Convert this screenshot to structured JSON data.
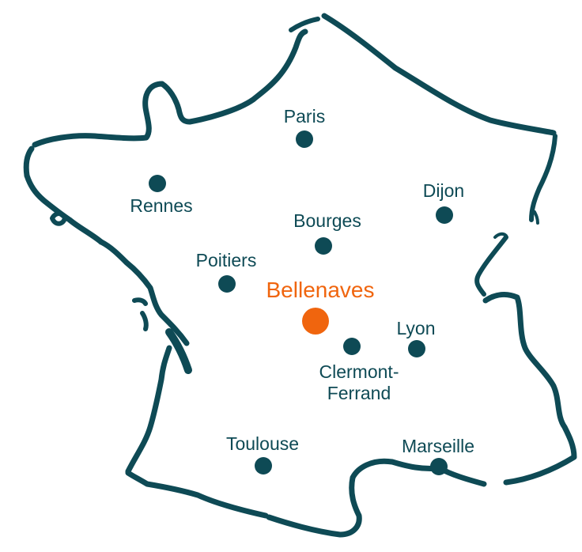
{
  "colors": {
    "outline": "#0e4a55",
    "city": "#0e4a55",
    "highlight": "#f0650e",
    "background": "#ffffff"
  },
  "country": {
    "icon": "france-outline-icon"
  },
  "cities": [
    {
      "id": "paris",
      "label": "Paris"
    },
    {
      "id": "rennes",
      "label": "Rennes"
    },
    {
      "id": "dijon",
      "label": "Dijon"
    },
    {
      "id": "bourges",
      "label": "Bourges"
    },
    {
      "id": "poitiers",
      "label": "Poitiers"
    },
    {
      "id": "lyon",
      "label": "Lyon"
    },
    {
      "id": "clermont-ferrand",
      "label": "Clermont-Ferrand",
      "lines": [
        "Clermont-",
        "Ferrand"
      ]
    },
    {
      "id": "toulouse",
      "label": "Toulouse"
    },
    {
      "id": "marseille",
      "label": "Marseille"
    }
  ],
  "highlight": {
    "id": "bellenaves",
    "label": "Bellenaves"
  }
}
